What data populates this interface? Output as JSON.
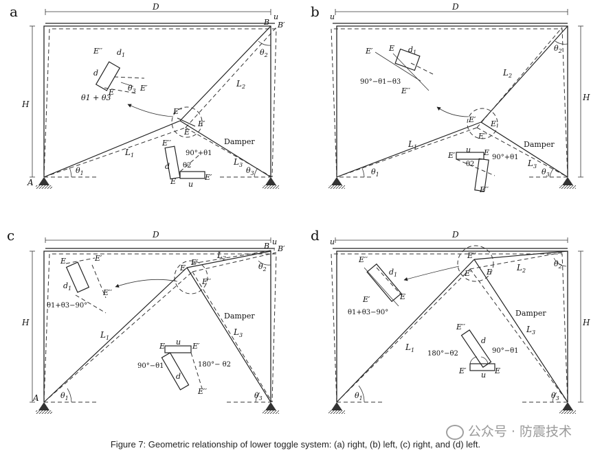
{
  "panels": [
    {
      "letter": "a",
      "D": "D",
      "H": "H",
      "u": "u",
      "A": "A",
      "B": "B",
      "Bp": "B′",
      "E": "E",
      "Ep": "E′",
      "Epp": "E′′",
      "L1": "L",
      "L1s": "1",
      "L2": "L",
      "L2s": "2",
      "L3": "L",
      "L3s": "3",
      "damper": "Damper",
      "t1": "θ",
      "t1s": "1",
      "t2": "θ",
      "t2s": "2",
      "t3": "θ",
      "t3s": "3",
      "inset1_d": "d",
      "inset1_d1": "d",
      "inset1_d1s": "1",
      "inset1_t3": "θ",
      "inset1_t3s": "3",
      "inset1_sum": "θ1 + θ3",
      "inset2_d": "d",
      "inset2_u": "u",
      "inset2_t2": "θ2",
      "inset2_angle": "90°+θ1"
    },
    {
      "letter": "b",
      "D": "D",
      "H": "H",
      "u": "u",
      "E": "E",
      "Ep": "E′",
      "Epp": "E′′",
      "L1": "L",
      "L1s": "1",
      "L2": "L",
      "L2s": "2",
      "L3": "L",
      "L3s": "3",
      "damper": "Damper",
      "t1": "θ",
      "t1s": "1",
      "t2": "θ",
      "t2s": "2",
      "t3": "θ",
      "t3s": "3",
      "inset1_d1": "d",
      "inset1_d1s": "1",
      "inset1_angle": "90°−θ1−θ3",
      "inset2_u": "u",
      "inset2_t2": "θ2",
      "inset2_angle": "90°+θ1"
    },
    {
      "letter": "c",
      "D": "D",
      "H": "H",
      "u": "u",
      "A": "A",
      "B": "B",
      "Bp": "B′",
      "E": "E",
      "Ep": "E′",
      "Epp": "E′′",
      "L1": "L",
      "L1s": "1",
      "L2": "L",
      "L2s": "2",
      "L3": "L",
      "L3s": "3",
      "damper": "Damper",
      "t1": "θ",
      "t1s": "1",
      "t2": "θ",
      "t2s": "2",
      "t3": "θ",
      "t3s": "3",
      "inset1_d1": "d",
      "inset1_d1s": "1",
      "inset1_angle": "θ1+θ3−90°",
      "inset2_u": "u",
      "inset2_d": "d",
      "inset2_a1": "90°−θ1",
      "inset2_a2": "180°− θ2"
    },
    {
      "letter": "d",
      "D": "D",
      "H": "H",
      "u": "u",
      "E": "E",
      "Ep": "E′",
      "Epp": "E′′",
      "L1": "L",
      "L1s": "1",
      "L2": "L",
      "L2s": "2",
      "L3": "L",
      "L3s": "3",
      "damper": "Damper",
      "t1": "θ",
      "t1s": "1",
      "t2": "θ",
      "t2s": "2",
      "t3": "θ",
      "t3s": "3",
      "inset1_d1": "d",
      "inset1_d1s": "1",
      "inset1_angle": "θ1+θ3−90°",
      "inset2_u": "u",
      "inset2_d": "d",
      "inset2_a1": "180°−θ2",
      "inset2_a2": "90°−θ1"
    }
  ],
  "caption": "Figure 7:   Geometric relationship of lower toggle system: (a) right, (b) left, (c) right, and (d) left.",
  "watermark": "公众号 · 防震技术"
}
